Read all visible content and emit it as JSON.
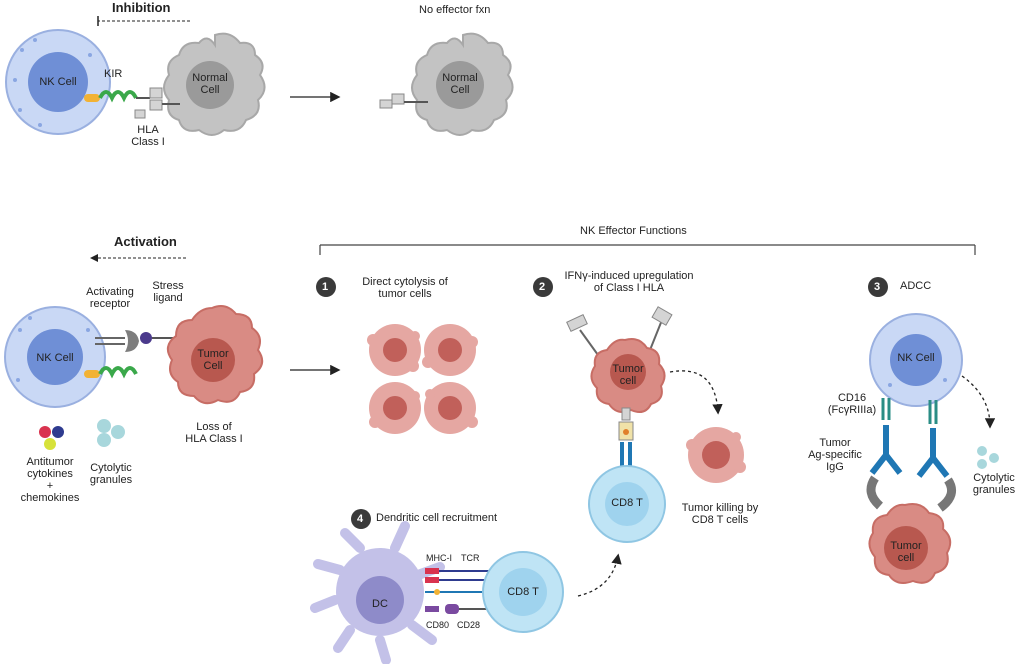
{
  "inhibition": {
    "title": "Inhibition",
    "nk_cell": "NK Cell",
    "kir": "KIR",
    "normal_cell": "Normal Cell",
    "hla": "HLA\nClass I",
    "result": "No effector fxn"
  },
  "activation": {
    "title": "Activation",
    "nk_cell": "NK Cell",
    "activating_receptor": "Activating\nreceptor",
    "stress_ligand": "Stress\nligand",
    "tumor_cell": "Tumor\nCell",
    "loss_hla": "Loss of\nHLA Class I",
    "antitumor": "Antitumor\ncytokines\n+\nchemokines",
    "cytolytic": "Cytolytic\ngranules"
  },
  "effector": {
    "header": "NK Effector Functions",
    "f1_num": "1",
    "f1_label": "Direct  cytolysis of\ntumor cells",
    "f2_num": "2",
    "f2_label": "IFNγ-induced upregulation\nof Class I HLA",
    "f2_tumor": "Tumor\ncell",
    "f2_cd8": "CD8 T",
    "f2_killing": "Tumor killing by\nCD8 T cells",
    "f3_num": "3",
    "f3_label": "ADCC",
    "f3_nk": "NK Cell",
    "f3_cd16": "CD16\n(FcγRIIIa)",
    "f3_igg": "Tumor\nAg-specific\nIgG",
    "f3_granules": "Cytolytic\ngranules",
    "f3_tumor": "Tumor\ncell",
    "f4_num": "4",
    "f4_label": "Dendritic cell recruitment",
    "f4_dc": "DC",
    "f4_cd8": "CD8 T",
    "f4_mhc": "MHC-I",
    "f4_tcr": "TCR",
    "f4_cd80": "CD80",
    "f4_cd28": "CD28"
  },
  "colors": {
    "nk_outer": "#c9d8f5",
    "nk_inner": "#6f8fd6",
    "normal": "#c3c3c3",
    "tumor": "#d98b84",
    "tumor_core": "#b8584f",
    "cd8": "#9fd3ee",
    "dc": "#a9a6d6",
    "kir": "#3aa84a",
    "receptor_yellow": "#f2b234",
    "antibody": "#1f77b4"
  }
}
